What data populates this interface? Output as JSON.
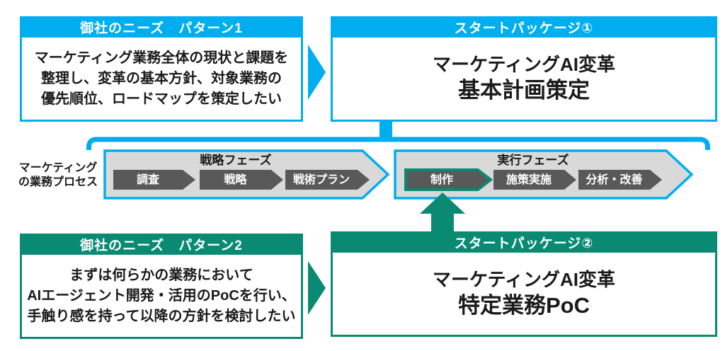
{
  "colors": {
    "cyan": "#00AEEF",
    "teal": "#0B8A73",
    "step_gray": "#595959",
    "phase_gray": "#D9D9D9"
  },
  "needs1": {
    "header": "御社のニーズ　パターン1",
    "lines": [
      "マーケティング業務全体の現状と課題を",
      "整理し、変革の基本方針、対象業務の",
      "優先順位、ロードマップを策定したい"
    ]
  },
  "package1": {
    "header": "スタートパッケージ①",
    "line1": "マーケティングAI変革",
    "line2": "基本計画策定"
  },
  "process": {
    "label1": "マーケティング",
    "label2": "の業務プロセス",
    "phase1": {
      "title": "戦略フェーズ",
      "steps": [
        "調査",
        "戦略",
        "戦術プラン"
      ]
    },
    "phase2": {
      "title": "実行フェーズ",
      "steps": [
        "制作",
        "施策実施",
        "分析・改善"
      ],
      "highlighted": "制作"
    }
  },
  "needs2": {
    "header": "御社のニーズ　パターン2",
    "lines": [
      "まずは何らかの業務において",
      "AIエージェント開発・活用のPoCを行い、",
      "手触り感を持って以降の方針を検討したい"
    ]
  },
  "package2": {
    "header": "スタートパッケージ②",
    "line1": "マーケティングAI変革",
    "line2": "特定業務PoC"
  }
}
